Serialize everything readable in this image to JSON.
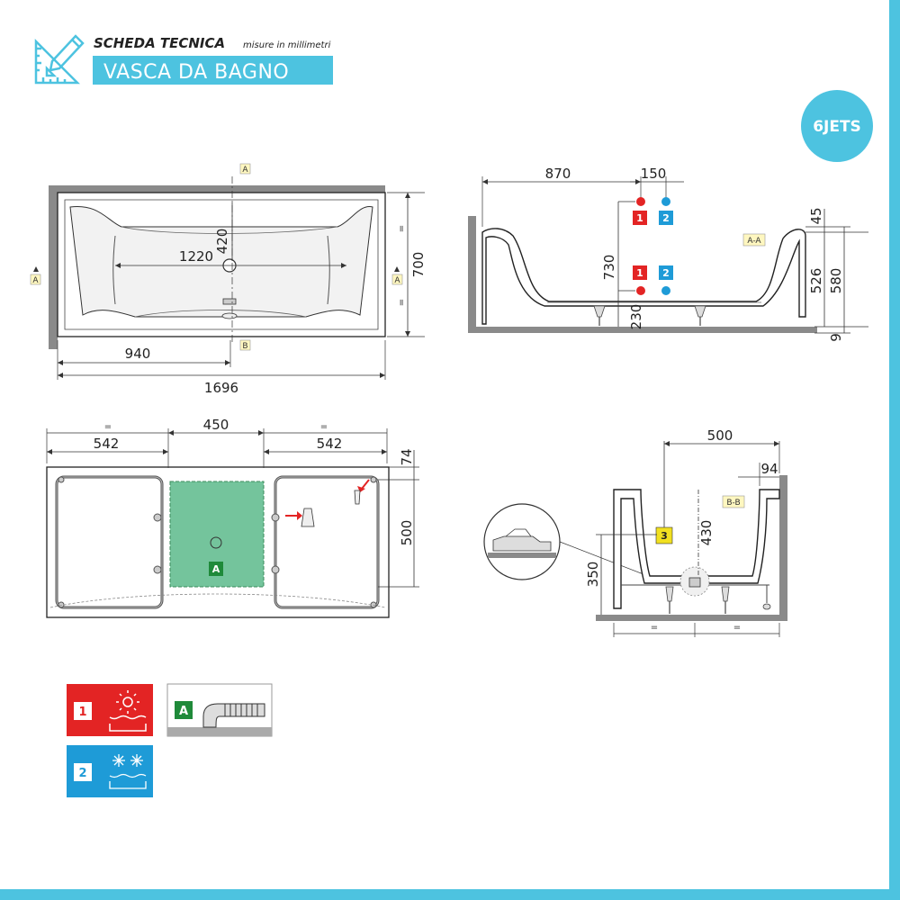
{
  "header": {
    "title": "SCHEDA TECNICA",
    "subtitle": "misure in millimetri",
    "product": "VASCA DA BAGNO"
  },
  "badge": {
    "label": "6JETS"
  },
  "top_view": {
    "section_a": "A",
    "section_b": "B",
    "dims": {
      "inner_length": "1220",
      "half_width": "420",
      "depth": "700",
      "drain_offset": "940",
      "total_length": "1696",
      "equal": "="
    }
  },
  "side_section": {
    "label": "A-A",
    "dims": {
      "d870": "870",
      "d150": "150",
      "d45": "45",
      "d730": "730",
      "d526": "526",
      "d580": "580",
      "d230": "230",
      "d9": "9"
    },
    "markers": {
      "hot": "1",
      "cold": "2"
    }
  },
  "bottom_view": {
    "dims": {
      "left": "542",
      "center": "450",
      "right": "542",
      "d74": "74",
      "d500": "500",
      "equal": "="
    },
    "drain_label": "A"
  },
  "end_section": {
    "label": "B-B",
    "dims": {
      "d500": "500",
      "d94": "94",
      "d430": "430",
      "d350": "350",
      "equal": "="
    },
    "marker": "3"
  },
  "legend": {
    "hot": {
      "number": "1",
      "color": "#e32424"
    },
    "cold": {
      "number": "2",
      "color": "#1e9bd7"
    },
    "drain": {
      "letter": "A",
      "color": "#1f8a3a"
    }
  },
  "colors": {
    "accent": "#4dc3e0",
    "hot": "#e32424",
    "cold": "#1e9bd7",
    "green": "#1f8a3a",
    "green_fill": "#74c49c"
  }
}
